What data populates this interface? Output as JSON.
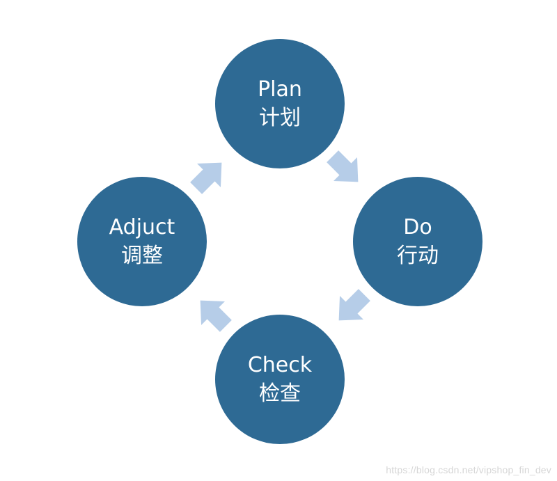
{
  "diagram": {
    "nodes": [
      {
        "id": "plan",
        "label_en": "Plan",
        "label_zh": "计划"
      },
      {
        "id": "do",
        "label_en": "Do",
        "label_zh": "行动"
      },
      {
        "id": "check",
        "label_en": "Check",
        "label_zh": "检查"
      },
      {
        "id": "adjust",
        "label_en": "Adjuct",
        "label_zh": "调整"
      }
    ],
    "cycle_order": [
      "Plan",
      "Do",
      "Check",
      "Adjuct"
    ]
  },
  "colors": {
    "node_fill": "#2e6a94",
    "node_text": "#ffffff",
    "arrow_fill": "#b6cde8",
    "background": "#ffffff"
  },
  "watermark": "https://blog.csdn.net/vipshop_fin_dev"
}
